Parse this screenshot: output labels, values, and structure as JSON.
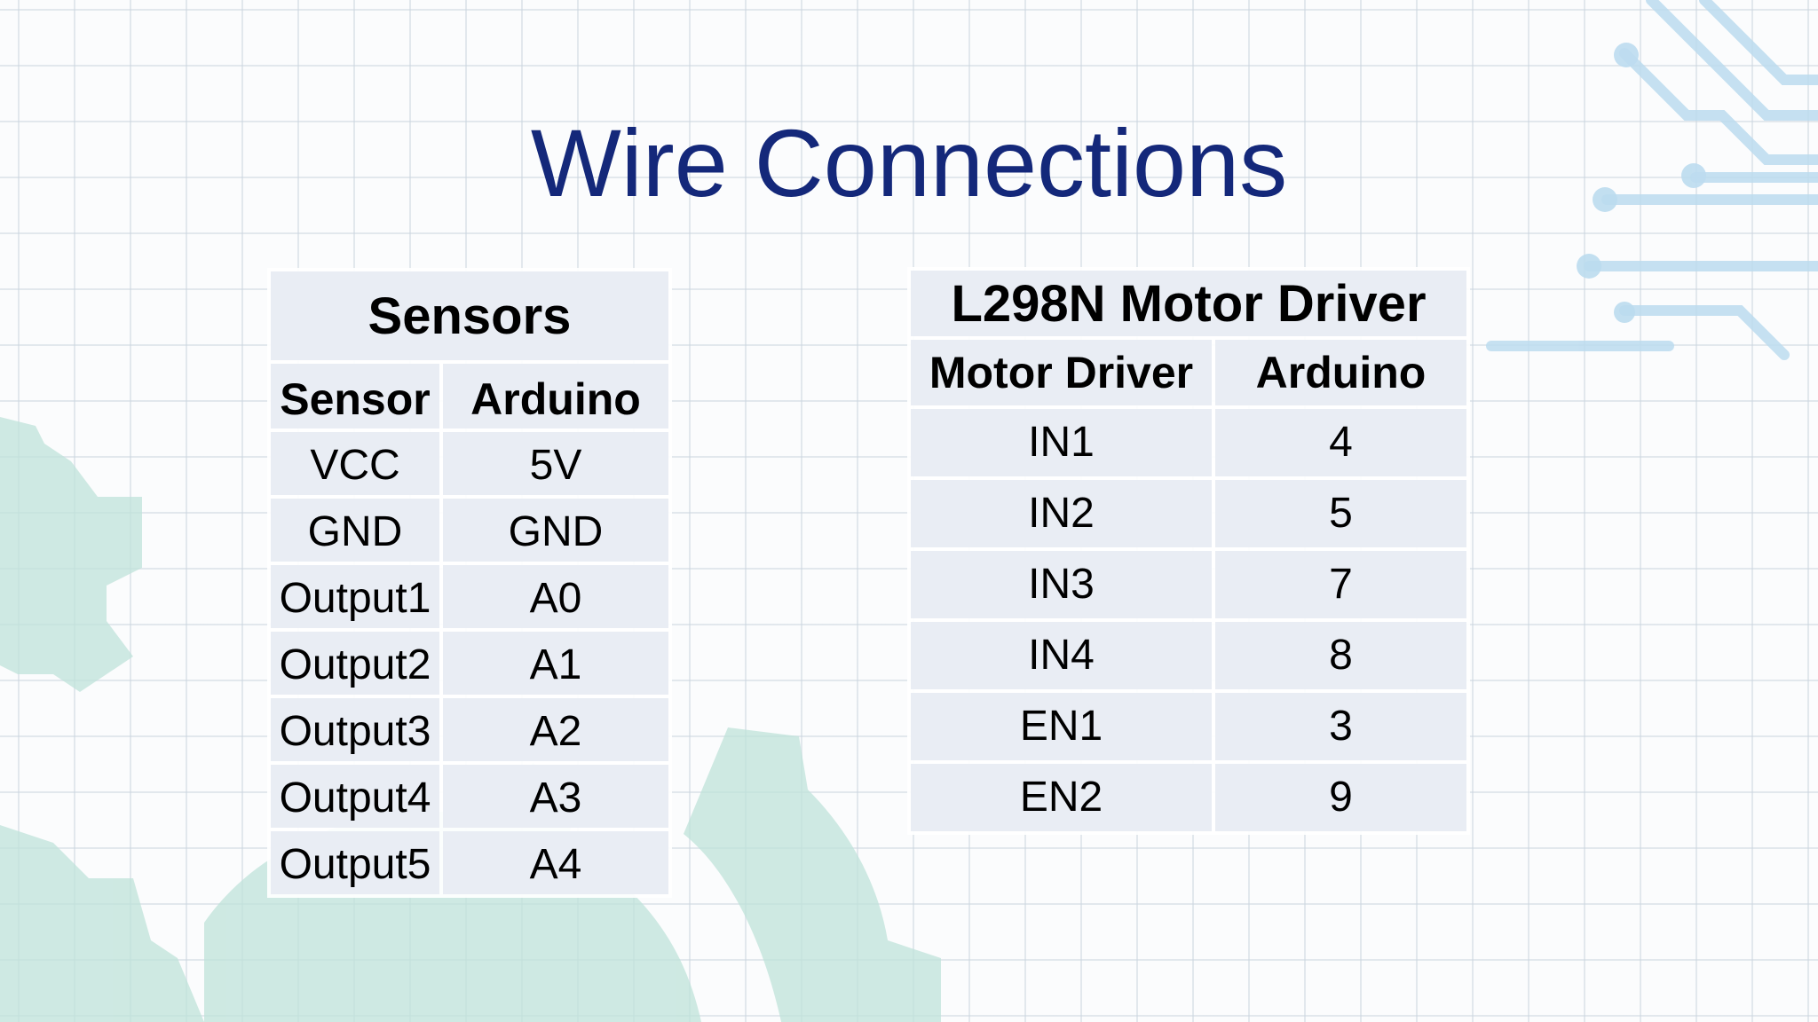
{
  "slide": {
    "title": "Wire Connections"
  },
  "colors": {
    "title": "#14287a",
    "cell_fill": "#e9edf4",
    "gear": "#bfe3da",
    "circuit": "#bcdcef"
  },
  "sensors_table": {
    "caption": "Sensors",
    "headers": [
      "Sensor",
      "Arduino"
    ],
    "rows": [
      [
        "VCC",
        "5V"
      ],
      [
        "GND",
        "GND"
      ],
      [
        "Output1",
        "A0"
      ],
      [
        "Output2",
        "A1"
      ],
      [
        "Output3",
        "A2"
      ],
      [
        "Output4",
        "A3"
      ],
      [
        "Output5",
        "A4"
      ]
    ]
  },
  "motor_table": {
    "caption": "L298N Motor Driver",
    "headers": [
      "Motor Driver",
      "Arduino"
    ],
    "rows": [
      [
        "IN1",
        "4"
      ],
      [
        "IN2",
        "5"
      ],
      [
        "IN3",
        "7"
      ],
      [
        "IN4",
        "8"
      ],
      [
        "EN1",
        "3"
      ],
      [
        "EN2",
        "9"
      ]
    ]
  }
}
